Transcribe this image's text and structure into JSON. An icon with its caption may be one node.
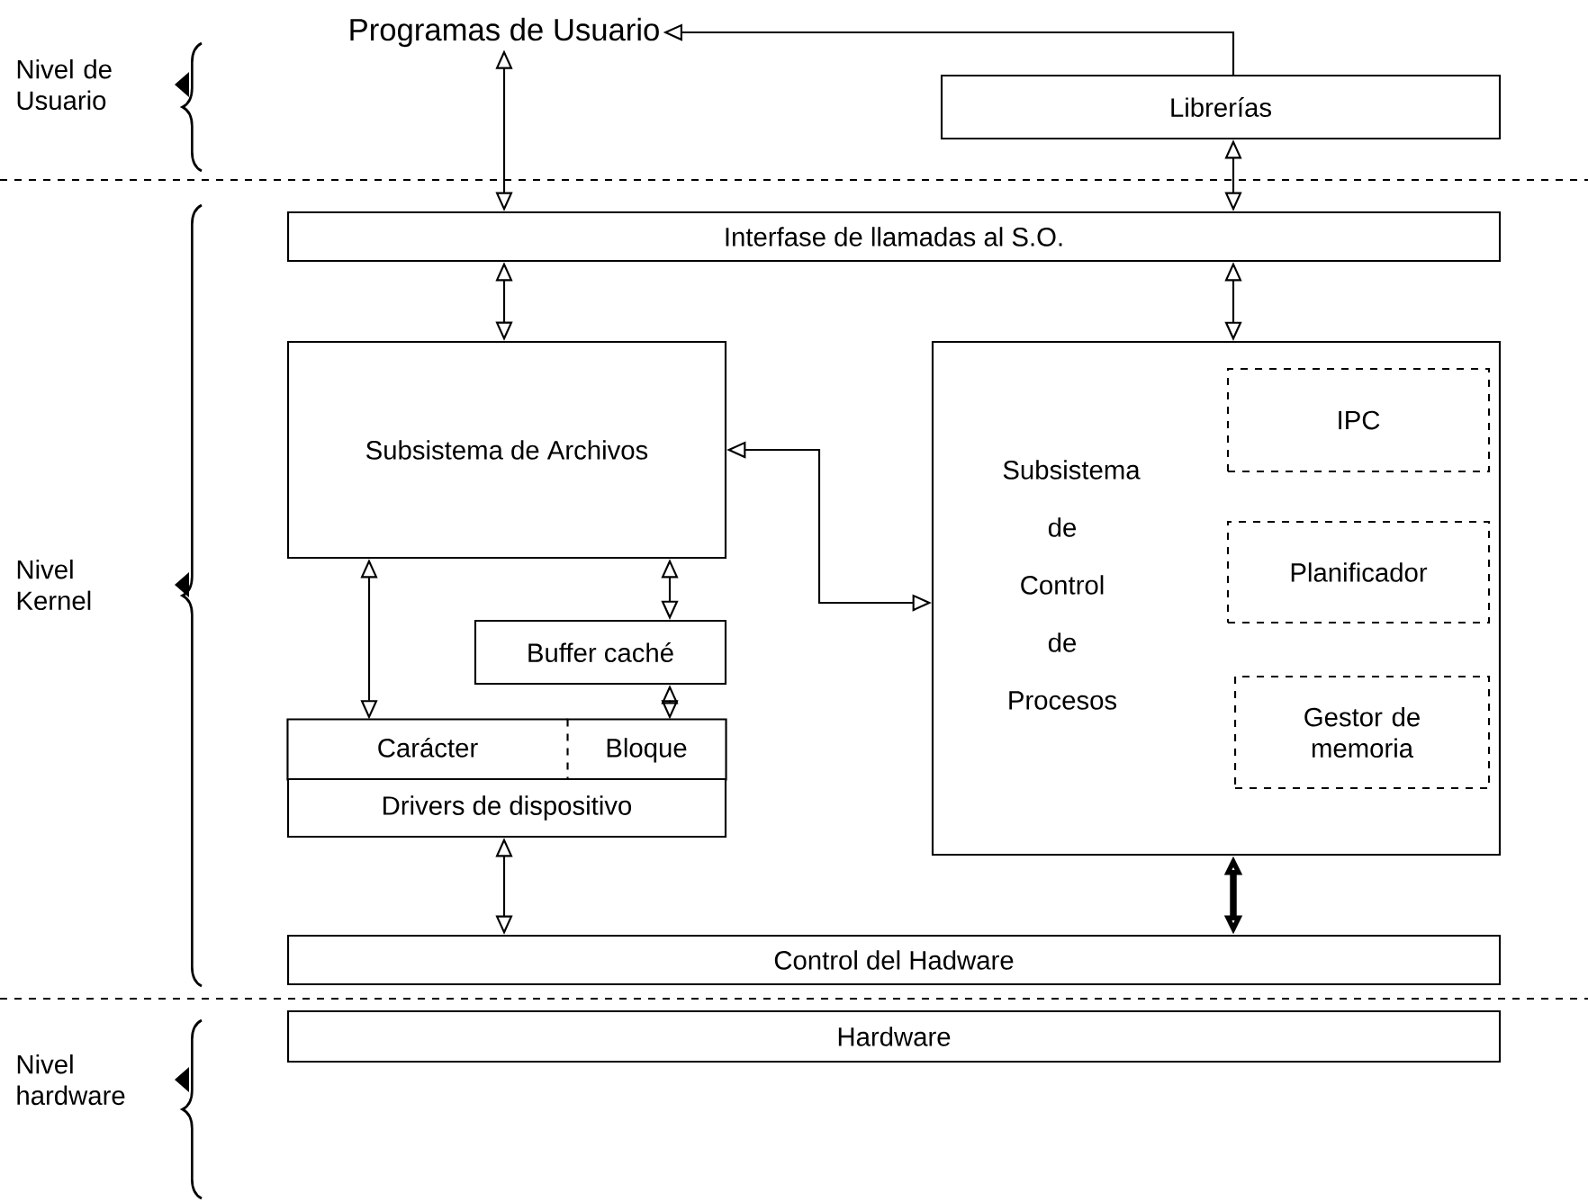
{
  "diagram": {
    "nodes": [
      {
        "text": [
          "Programas de Usuario"
        ]
      },
      {
        "text": [
          "Librerías"
        ]
      },
      {
        "text": [
          "Interfase de llamadas al S.O."
        ]
      },
      {
        "text": [
          "Subsistema de Archivos"
        ]
      },
      {
        "text": [
          "Buffer caché"
        ]
      },
      {
        "text": [
          "Carácter"
        ]
      },
      {
        "text": [
          "Bloque"
        ]
      },
      {
        "text": [
          "Drivers de dispositivo"
        ]
      },
      {
        "text": [
          "Subsistema de Control de Procesos"
        ]
      },
      {
        "text": [
          "IPC"
        ],
        "in": 8
      },
      {
        "text": [
          "Planificador"
        ],
        "in": 8
      },
      {
        "text": [
          "Gestor de memoria"
        ],
        "in": 8
      },
      {
        "text": [
          "Control del Hadware"
        ]
      },
      {
        "text": [
          "Hardware"
        ]
      }
    ],
    "edges": [
      {
        "from": 0,
        "to": 2,
        "arrow": "both"
      },
      {
        "from": 1,
        "to": 0,
        "arrow": "to"
      },
      {
        "from": 1,
        "to": 2,
        "arrow": "both"
      },
      {
        "from": 2,
        "to": 3,
        "arrow": "both"
      },
      {
        "from": 2,
        "to": 8,
        "arrow": "both"
      },
      {
        "from": 3,
        "to": 8,
        "arrow": "both"
      },
      {
        "from": 3,
        "to": 5,
        "arrow": "both"
      },
      {
        "from": 3,
        "to": 4,
        "arrow": "both"
      },
      {
        "from": 4,
        "to": 6,
        "arrow": "both"
      },
      {
        "from": 7,
        "to": 12,
        "arrow": "both"
      },
      {
        "from": 8,
        "to": 12,
        "arrow": "both",
        "style": "thick"
      }
    ],
    "labels": [
      "Nivel de Usuario",
      "Nivel Kernel",
      "Nivel hardware"
    ]
  }
}
